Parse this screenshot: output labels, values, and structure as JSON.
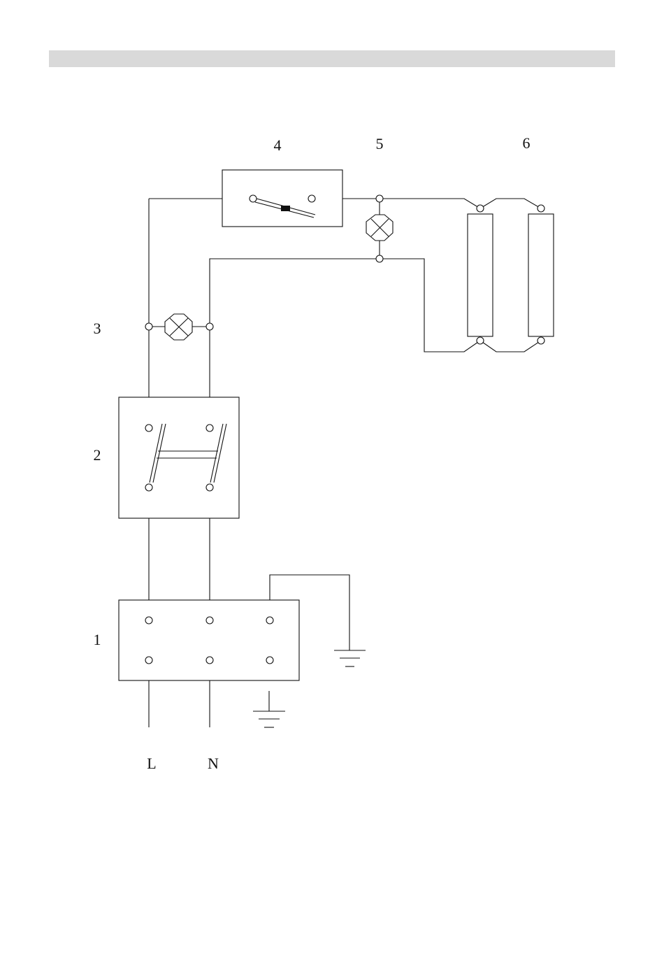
{
  "labels": {
    "main_terminal": "1",
    "double_pole_switch": "2",
    "pilot_lamp_3": "3",
    "thermostat": "4",
    "pilot_lamp_5": "5",
    "heating_elements": "6",
    "live": "L",
    "neutral": "N"
  },
  "colors": {
    "line": "#111111",
    "header": "#d9d9d9",
    "background": "#ffffff"
  }
}
